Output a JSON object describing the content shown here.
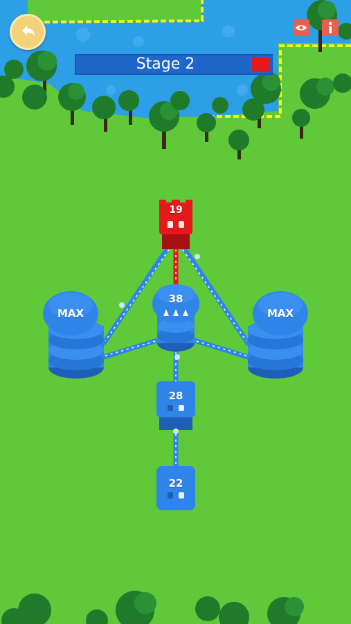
{
  "header": {
    "stage_label": "Stage 2",
    "stage_progress": 0.9
  },
  "icons": {
    "back": "back-arrow-icon",
    "eye": "eye-icon",
    "info": "info-icon"
  },
  "towers": {
    "enemy_main": {
      "count": "19",
      "team": "red"
    },
    "center_castle": {
      "count": "38",
      "team": "blue"
    },
    "left_tower": {
      "count": "MAX",
      "team": "blue"
    },
    "right_tower": {
      "count": "MAX",
      "team": "blue"
    },
    "middle_block": {
      "count": "28",
      "team": "blue"
    },
    "bottom_block": {
      "count": "22",
      "team": "blue"
    }
  },
  "colors": {
    "grass": "#5fc93a",
    "water": "#2d9fe6",
    "player_blue": "#2f86e8",
    "enemy_red": "#e3191b",
    "border_yellow": "#f6f21a"
  }
}
